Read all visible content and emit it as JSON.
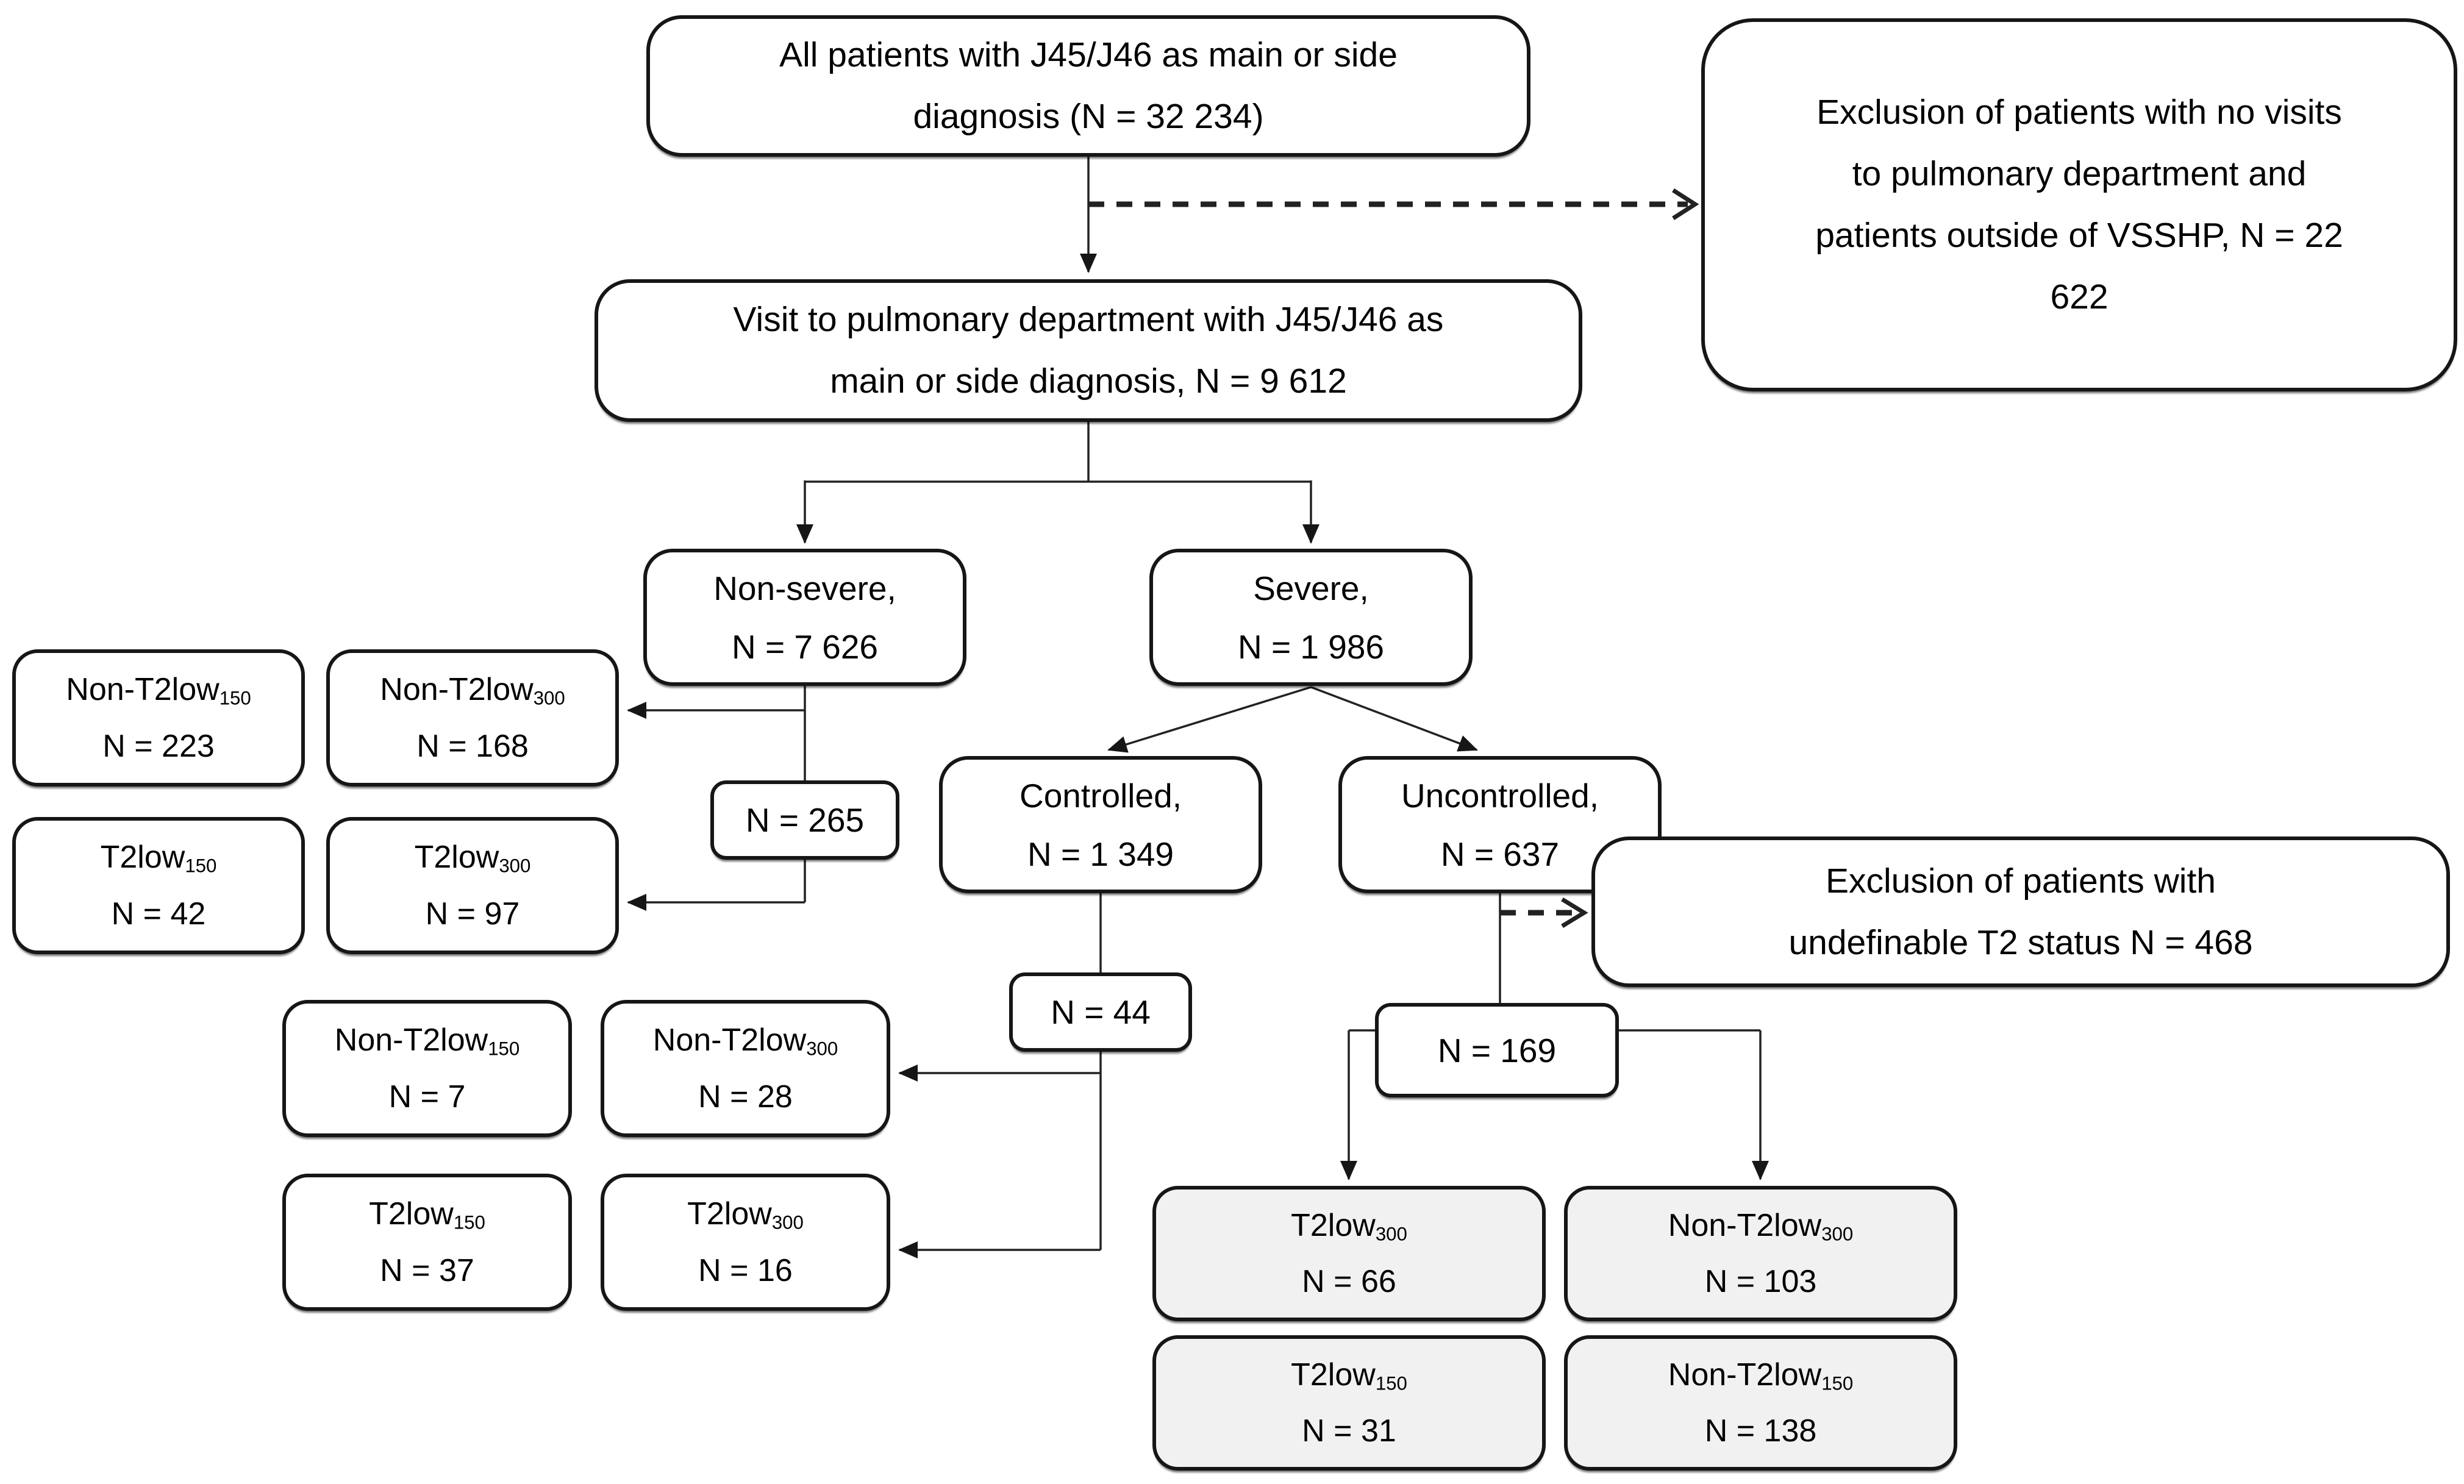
{
  "diagram": {
    "title_semantic": "Patient selection flowchart",
    "colors": {
      "box_border": "#161616",
      "box_fill": "#ffffff",
      "gray_box_fill": "#f1f1f1",
      "connector": "#222222"
    },
    "boxes": {
      "all_patients": {
        "lines": [
          "All patients with J45/J46 as main or side",
          "diagnosis (N = 32 234)"
        ]
      },
      "exclusion_top": {
        "lines": [
          "Exclusion of patients with no visits",
          "to pulmonary department and",
          "patients outside of VSSHP, N = 22",
          "622"
        ]
      },
      "visit_pulmonary": {
        "lines": [
          "Visit to pulmonary department with J45/J46 as",
          "main or side diagnosis, N = 9 612"
        ]
      },
      "non_severe": {
        "lines": [
          "Non-severe,",
          "N = 7 626"
        ]
      },
      "severe": {
        "lines": [
          "Severe,",
          "N = 1 986"
        ]
      },
      "controlled": {
        "lines": [
          "Controlled,",
          "N = 1 349"
        ]
      },
      "uncontrolled": {
        "lines": [
          "Uncontrolled,",
          "N = 637"
        ]
      },
      "exclusion_t2": {
        "lines": [
          "Exclusion of patients with",
          "undefinable T2 status N = 468"
        ]
      },
      "n265": {
        "n": "N = 265"
      },
      "n44": {
        "n": "N = 44"
      },
      "n169": {
        "n": "N = 169"
      },
      "ns_non_t2low_150": {
        "main": "Non-T2low",
        "sub": "150",
        "n": "N = 223"
      },
      "ns_non_t2low_300": {
        "main": "Non-T2low",
        "sub": "300",
        "n": "N = 168"
      },
      "ns_t2low_150": {
        "main": "T2low",
        "sub": "150",
        "n": "N = 42"
      },
      "ns_t2low_300": {
        "main": "T2low",
        "sub": "300",
        "n": "N = 97"
      },
      "c_non_t2low_150": {
        "main": "Non-T2low",
        "sub": "150",
        "n": "N = 7"
      },
      "c_non_t2low_300": {
        "main": "Non-T2low",
        "sub": "300",
        "n": "N = 28"
      },
      "c_t2low_150": {
        "main": "T2low",
        "sub": "150",
        "n": "N = 37"
      },
      "c_t2low_300": {
        "main": "T2low",
        "sub": "300",
        "n": "N = 16"
      },
      "u_t2low_300": {
        "main": "T2low",
        "sub": "300",
        "n": "N = 66"
      },
      "u_non_t2low_300": {
        "main": "Non-T2low",
        "sub": "300",
        "n": "N = 103"
      },
      "u_t2low_150": {
        "main": "T2low",
        "sub": "150",
        "n": "N = 31"
      },
      "u_non_t2low_150": {
        "main": "Non-T2low",
        "sub": "150",
        "n": "N = 138"
      }
    }
  }
}
